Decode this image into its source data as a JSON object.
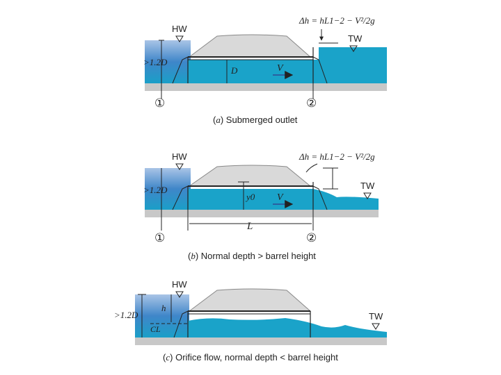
{
  "panels": [
    {
      "id": "a",
      "caption_letter": "a",
      "caption_text": "Submerged outlet",
      "hw": "HW",
      "tw": "TW",
      "depth_label": ">1.2D",
      "barrel_label": "D",
      "velocity": "V",
      "section_1": "①",
      "section_2": "②",
      "head_eq": "Δh = hL1−2 − V²/2g"
    },
    {
      "id": "b",
      "caption_letter": "b",
      "caption_text": "Normal depth > barrel height",
      "hw": "HW",
      "tw": "TW",
      "depth_label": ">1.2D",
      "normal_depth": "y0",
      "velocity": "V",
      "length": "L",
      "section_1": "①",
      "section_2": "②",
      "head_eq": "Δh = hL1−2 − V²/2g"
    },
    {
      "id": "c",
      "caption_letter": "c",
      "caption_text": "Orifice flow, normal depth < barrel height",
      "hw": "HW",
      "tw": "TW",
      "depth_label": ">1.2D",
      "head_label": "h",
      "centerline": "CL"
    }
  ],
  "colors": {
    "water": "#1aa3c9",
    "water_deep": "#2a7fbf",
    "embankment": "#d9d9d9",
    "ground": "#c8c8c8",
    "line": "#222222"
  }
}
